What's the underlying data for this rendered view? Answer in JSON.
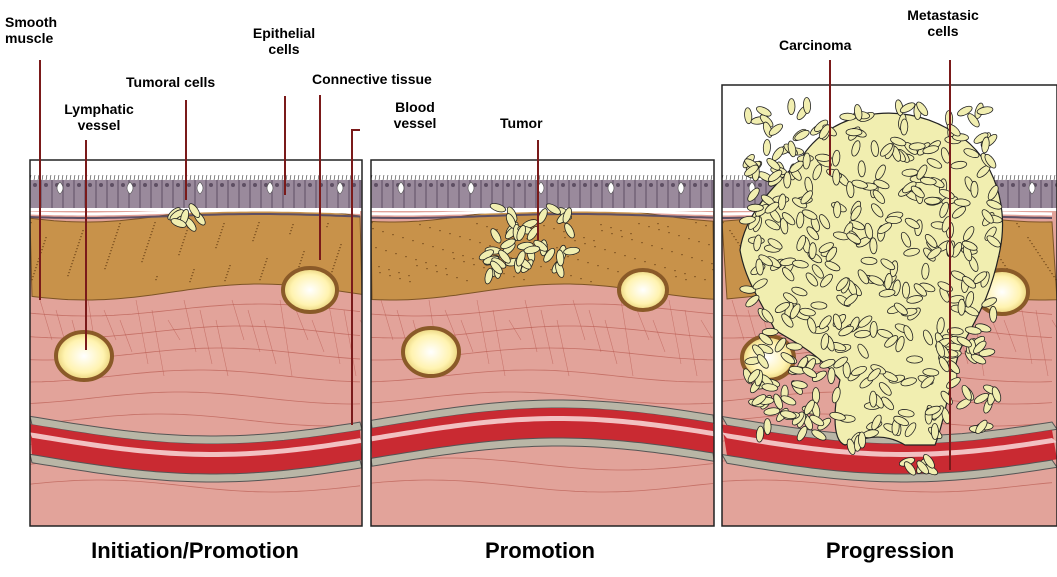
{
  "labels": {
    "smooth_muscle": [
      "Smooth",
      "muscle"
    ],
    "epithelial_cells": [
      "Epithelial",
      "cells"
    ],
    "tumoral_cells": "Tumoral cells",
    "connective_tissue": "Connective tissue",
    "lymphatic_vessel": [
      "Lymphatic",
      "vessel"
    ],
    "blood_vessel": [
      "Blood",
      "vessel"
    ],
    "tumor": "Tumor",
    "carcinoma": "Carcinoma",
    "metastasic_cells": [
      "Metastasic",
      "cells"
    ]
  },
  "stages": [
    "Initiation/Promotion",
    "Promotion",
    "Progression"
  ],
  "colors": {
    "epithelium": "#9a8a9c",
    "epithelium_dark": "#5e4f63",
    "connective": "#c8924a",
    "muscle": "#e2a39a",
    "muscle_dark": "#b8584f",
    "blood_vessel": "#c92a32",
    "vessel_wall": "#b9b6a6",
    "lymph_fill": "#fff7c4",
    "lymph_ring": "#8a5a28",
    "tumor_cell": "#f1eeb0",
    "outline": "#222222",
    "pointer": "#7a1a1a"
  }
}
